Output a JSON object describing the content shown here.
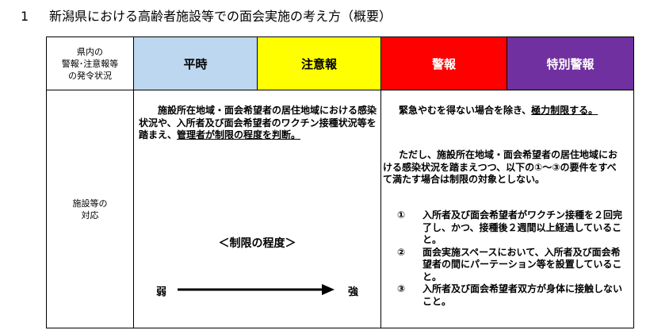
{
  "heading": {
    "number": "1",
    "title": "新潟県における高齢者施設等での面会実施の考え方（概要）"
  },
  "table": {
    "header_label": "県内の\n警報･注意報等\nの発令状況",
    "levels": [
      "平時",
      "注意報",
      "警報",
      "特別警報"
    ],
    "row_label": "施設等の\n対応",
    "left": {
      "text_a": "施設所在地域・面会希望者の居住地域における感染状況や、入所者及び面会希望者のワクチン接種状況等を踏まえ、",
      "text_b": "管理者が制限の程度を判断。",
      "scale_title": "＜制限の程度＞",
      "weak": "弱",
      "strong": "強"
    },
    "right": {
      "p1_a": "緊急やむを得ない場合を除き、",
      "p1_b": "極力制限する。",
      "p2": "ただし、施設所在地域・面会希望者の居住地域における感染状況を踏まえつつ、以下の①～③の要件をすべて満たす場合は制限の対象としない。",
      "items": [
        {
          "mark": "①",
          "text": "入所者及び面会希望者がワクチン接種を２回完了し、かつ、接種後２週間以上経過していること。"
        },
        {
          "mark": "②",
          "text": "面会実施スペースにおいて、入所者及び面会希望者の間にパーテーション等を設置していること。"
        },
        {
          "mark": "③",
          "text": "入所者及び面会希望者双方が身体に接触しないこと。"
        }
      ]
    }
  },
  "colors": {
    "normal": "#bcd7ef",
    "advisory": "#ffff00",
    "warning": "#ff0000",
    "special_warning": "#7030a0"
  }
}
